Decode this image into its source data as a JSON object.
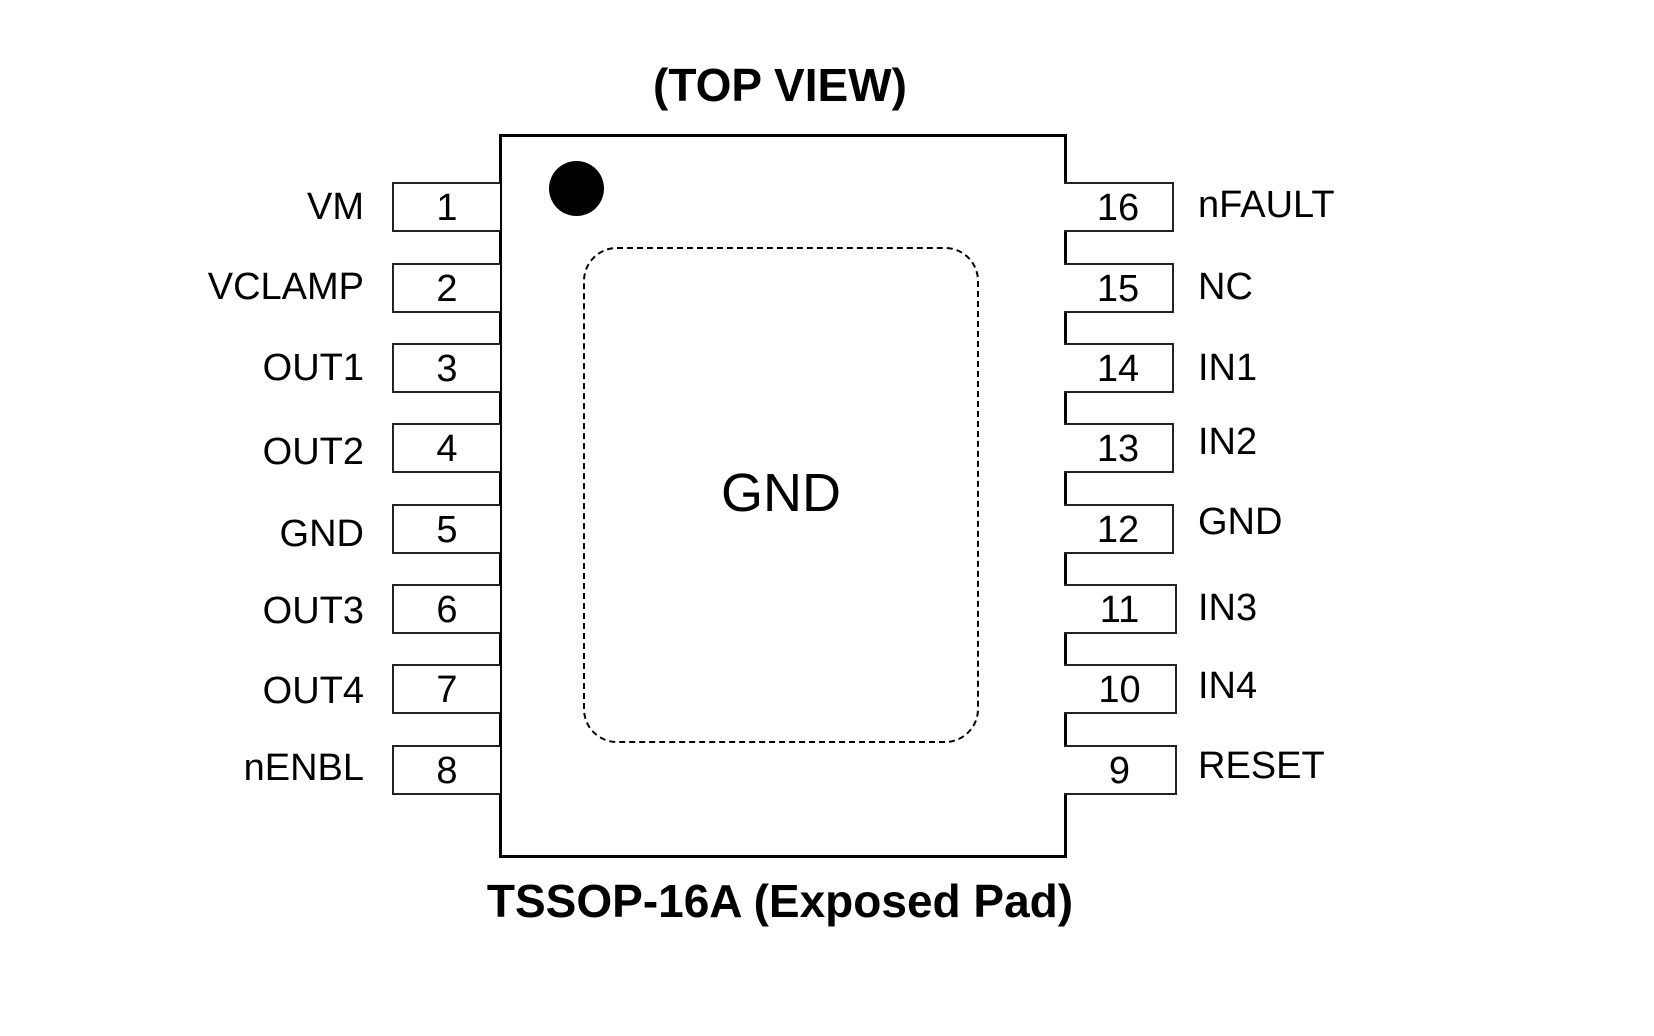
{
  "title_top": "(TOP VIEW)",
  "title_bottom": "TSSOP-16A (Exposed Pad)",
  "exposed_pad_label": "GND",
  "pins_left": [
    {
      "num": "1",
      "name": "VM"
    },
    {
      "num": "2",
      "name": "VCLAMP"
    },
    {
      "num": "3",
      "name": "OUT1"
    },
    {
      "num": "4",
      "name": "OUT2"
    },
    {
      "num": "5",
      "name": "GND"
    },
    {
      "num": "6",
      "name": "OUT3"
    },
    {
      "num": "7",
      "name": "OUT4"
    },
    {
      "num": "8",
      "name": "nENBL"
    }
  ],
  "pins_right": [
    {
      "num": "16",
      "name": "nFAULT"
    },
    {
      "num": "15",
      "name": "NC"
    },
    {
      "num": "14",
      "name": "IN1"
    },
    {
      "num": "13",
      "name": "IN2"
    },
    {
      "num": "12",
      "name": "GND"
    },
    {
      "num": "11",
      "name": "IN3"
    },
    {
      "num": "10",
      "name": "IN4"
    },
    {
      "num": "9",
      "name": "RESET"
    }
  ]
}
